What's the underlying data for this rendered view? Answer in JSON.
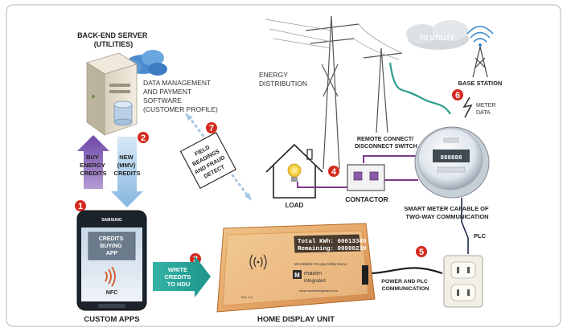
{
  "server": {
    "title": [
      "BACK-END SERVER",
      "(UTILITIES)"
    ],
    "desc": [
      "DATA MANAGEMENT",
      "AND PAYMENT",
      "SOFTWARE",
      "(CUSTOMER PROFILE)"
    ]
  },
  "arrows": {
    "buy": [
      "BUY",
      "ENERGY",
      "CREDITS"
    ],
    "new": [
      "NEW",
      "(MMV)",
      "CREDITS"
    ],
    "write": [
      "WRITE",
      "CREDITS",
      "TO HDU"
    ],
    "field": [
      "FIELD",
      "READINGS",
      "AND FRAUD",
      "DETECT"
    ]
  },
  "steps": [
    "1",
    "2",
    "3",
    "4",
    "5",
    "6",
    "7"
  ],
  "phone": {
    "screen_app": [
      "CREDITS",
      "BUYING",
      "APP"
    ],
    "nfc": "NFC",
    "brand": "SAMSUNG",
    "caption": "CUSTOM APPS"
  },
  "hdu": {
    "lcd1": "Total KWh: 00013345",
    "lcd2": "Remaining: 00000230",
    "model": "MAX5862X Pre-pay Utility Demo",
    "logo_top": "maxim",
    "logo_bottom": "integrated",
    "url": "www.maximintegrated.com",
    "rev": "Rev 1.0",
    "caption": "HOME DISPLAY UNIT"
  },
  "energy": [
    "ENERGY",
    "DISTRIBUTION"
  ],
  "utility": {
    "cloud": "TO UTILITY",
    "base": "BASE STATION"
  },
  "meter": {
    "data": [
      "METER",
      "DATA"
    ],
    "remote": [
      "REMOTE CONNECT/",
      "DISCONNECT SWITCH"
    ],
    "caption": [
      "SMART METER CAPABLE OF",
      "TWO-WAY COMMUNICATION"
    ],
    "display": "888888"
  },
  "load": "LOAD",
  "contactor": "CONTACTOR",
  "plc": "PLC",
  "power": [
    "POWER AND PLC",
    "COMMUNICATION"
  ],
  "colors": {
    "step": "#d42a1f",
    "purple": "#8a63b4",
    "blue": "#9dc3e6",
    "teal": "#2aa9a0",
    "wire": "#7d3a8a",
    "green": "#2f9d8e"
  }
}
